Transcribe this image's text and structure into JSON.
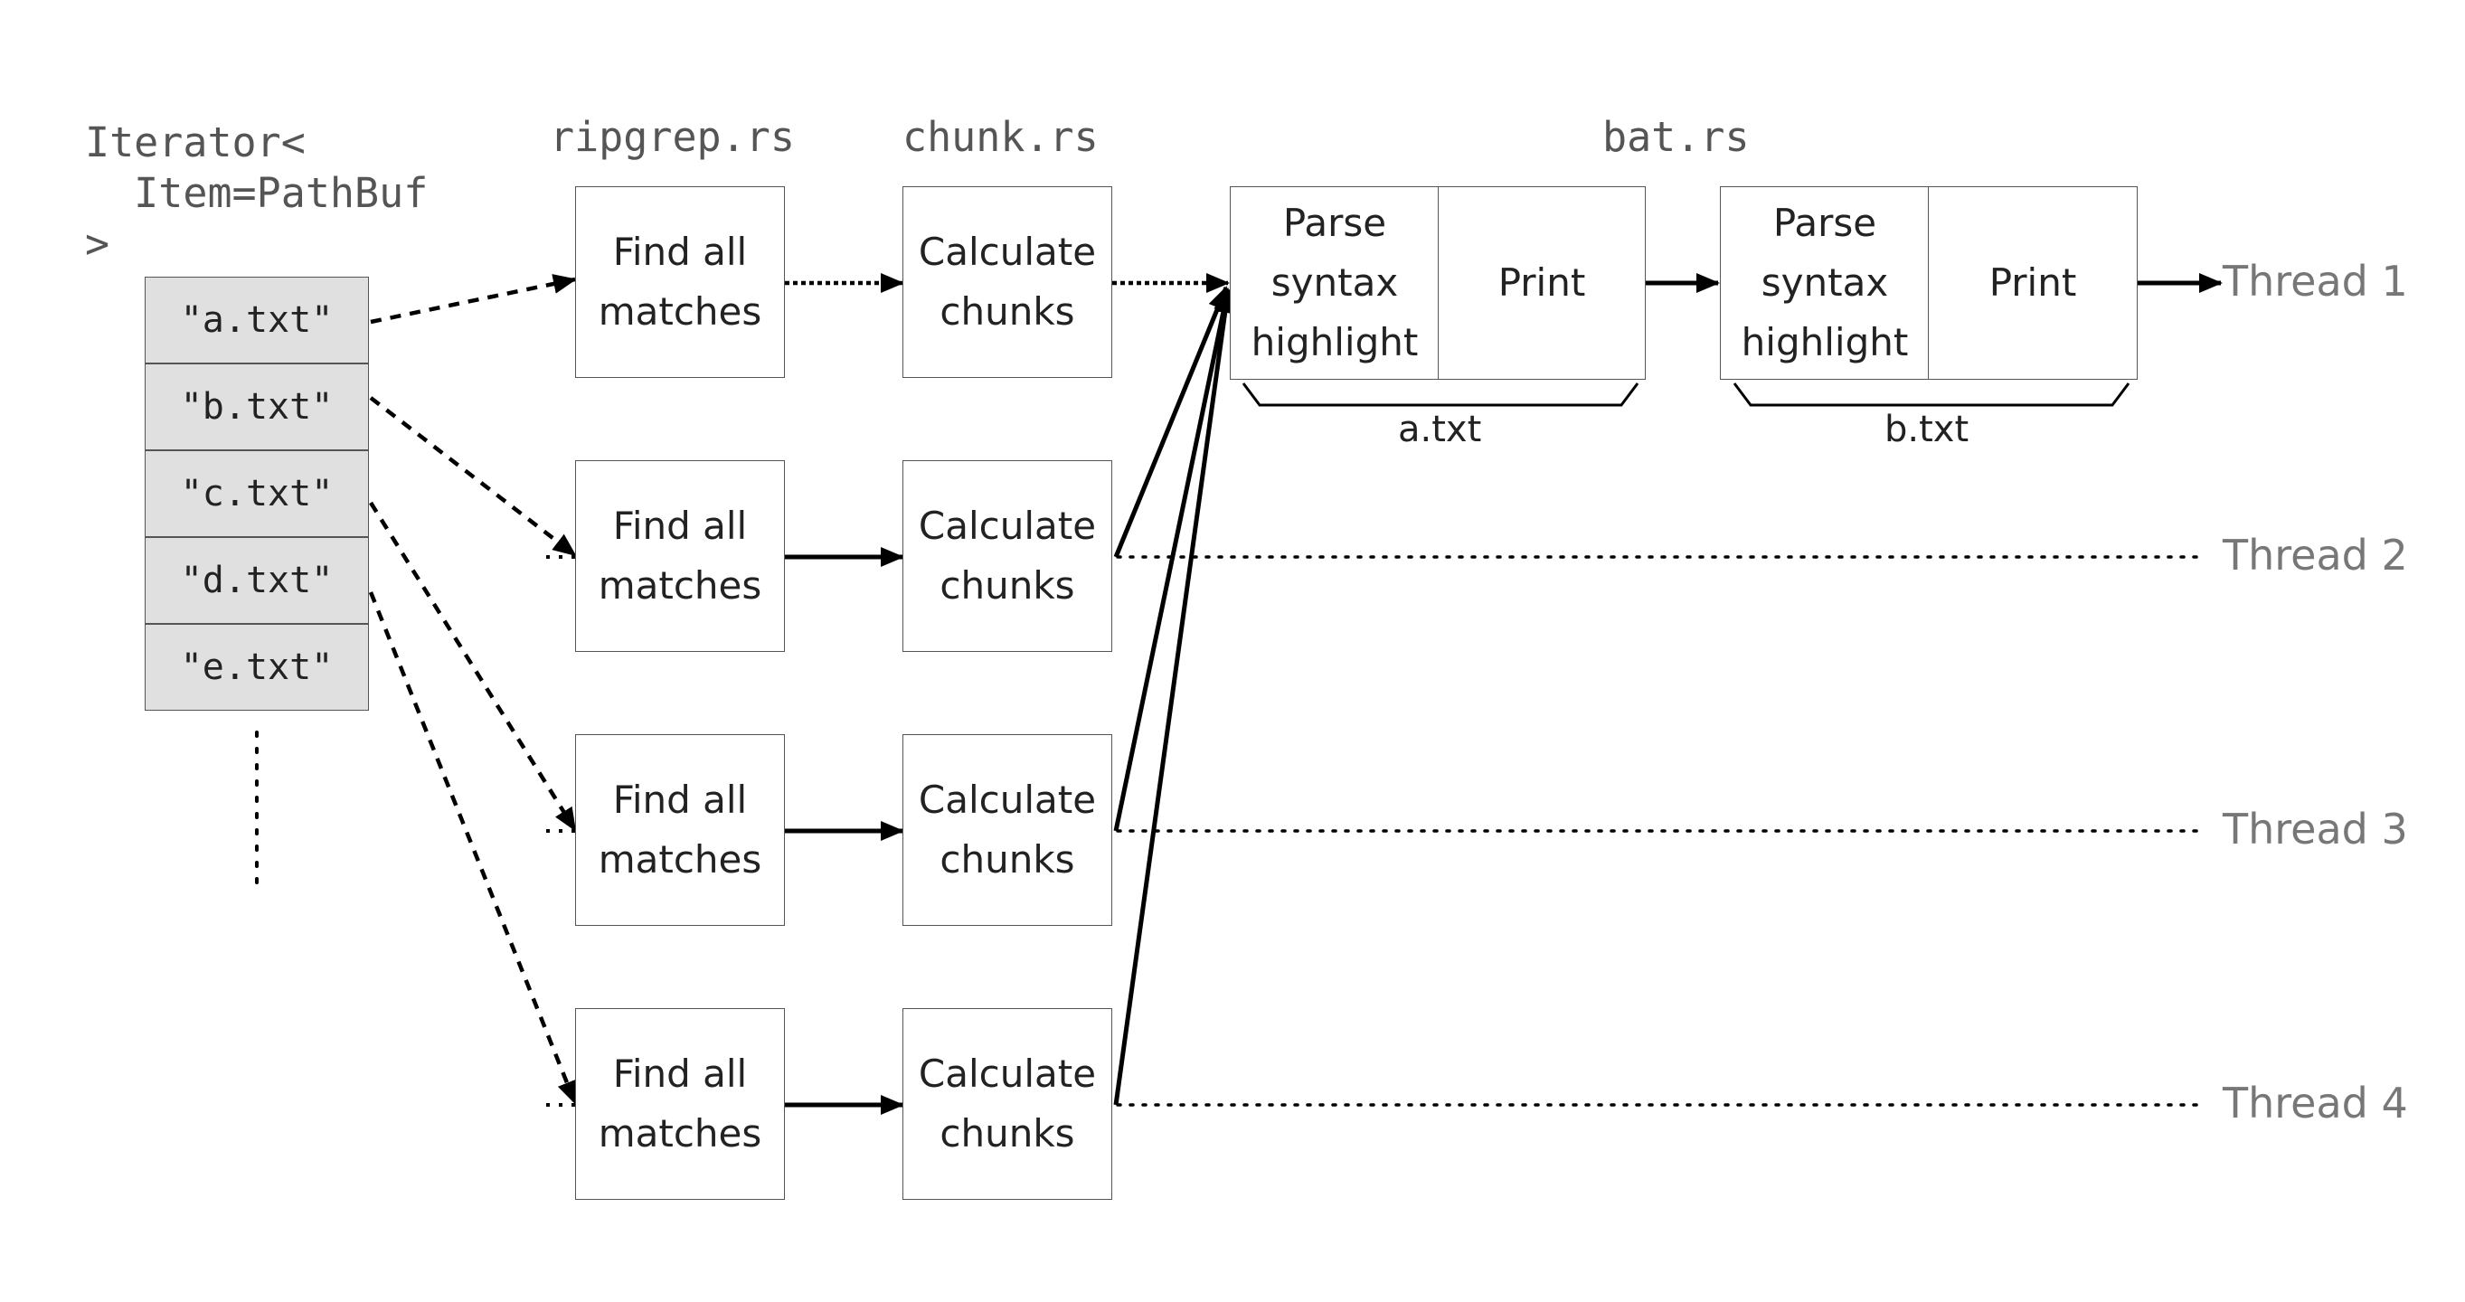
{
  "iterator_label": {
    "line1": "Iterator<",
    "line2": "  Item=PathBuf",
    "line3": ">"
  },
  "files": [
    "\"a.txt\"",
    "\"b.txt\"",
    "\"c.txt\"",
    "\"d.txt\"",
    "\"e.txt\""
  ],
  "stage_headers": {
    "ripgrep": "ripgrep.rs",
    "chunk": "chunk.rs",
    "bat": "bat.rs"
  },
  "find_box": {
    "line1": "Find all",
    "line2": "matches"
  },
  "chunk_box": {
    "line1": "Calculate",
    "line2": "chunks"
  },
  "parse_box": {
    "line1": "Parse",
    "line2": "syntax",
    "line3": "highlight"
  },
  "print_label": "Print",
  "brace_labels": [
    "a.txt",
    "b.txt"
  ],
  "threads": [
    "Thread 1",
    "Thread 2",
    "Thread 3",
    "Thread 4"
  ],
  "colors": {
    "line": "#000000",
    "box_border": "#555555",
    "file_fill": "#e0e0e0",
    "thread_text": "#777777"
  }
}
